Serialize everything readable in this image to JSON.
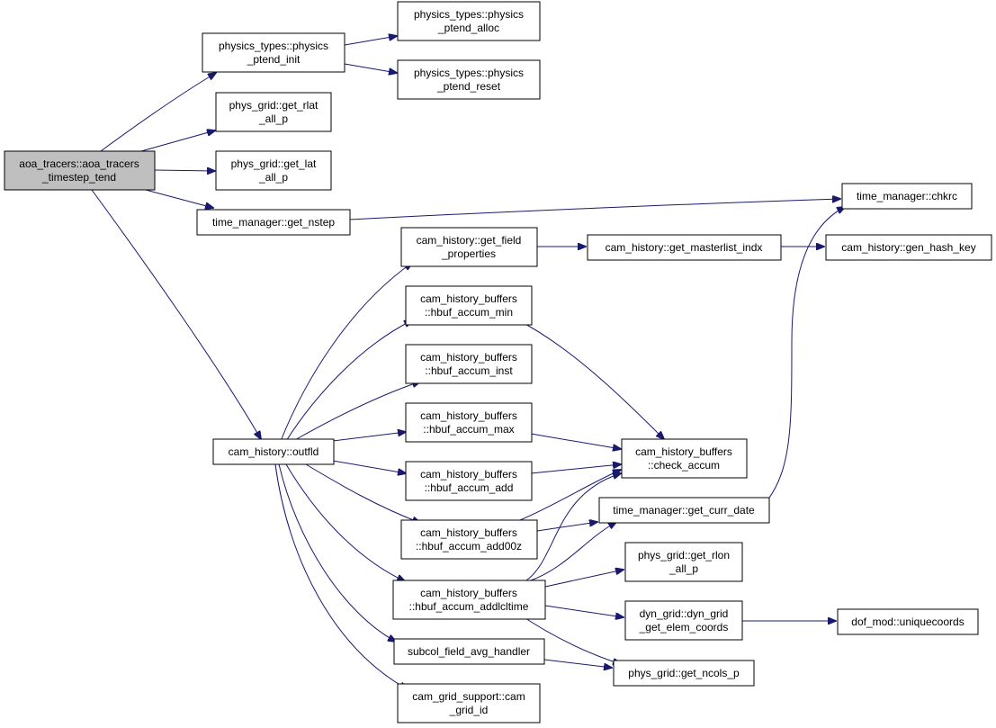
{
  "diagram": {
    "title": "",
    "colors": {
      "edge": "#191970",
      "node_border": "#000000",
      "node_fill": "#ffffff",
      "root_fill": "#bfbfbf"
    },
    "nodes": [
      {
        "id": "root",
        "lines": [
          "aoa_tracers::aoa_tracers",
          "_timestep_tend"
        ]
      },
      {
        "id": "ptend_init",
        "lines": [
          "physics_types::physics",
          "_ptend_init"
        ]
      },
      {
        "id": "ptend_alloc",
        "lines": [
          "physics_types::physics",
          "_ptend_alloc"
        ]
      },
      {
        "id": "ptend_reset",
        "lines": [
          "physics_types::physics",
          "_ptend_reset"
        ]
      },
      {
        "id": "get_rlat",
        "lines": [
          "phys_grid::get_rlat",
          "_all_p"
        ]
      },
      {
        "id": "get_lat",
        "lines": [
          "phys_grid::get_lat",
          "_all_p"
        ]
      },
      {
        "id": "get_nstep",
        "lines": [
          "time_manager::get_nstep"
        ]
      },
      {
        "id": "chkrc",
        "lines": [
          "time_manager::chkrc"
        ]
      },
      {
        "id": "get_field_properties",
        "lines": [
          "cam_history::get_field",
          "_properties"
        ]
      },
      {
        "id": "get_masterlist_indx",
        "lines": [
          "cam_history::get_masterlist_indx"
        ]
      },
      {
        "id": "gen_hash_key",
        "lines": [
          "cam_history::gen_hash_key"
        ]
      },
      {
        "id": "hbuf_accum_min",
        "lines": [
          "cam_history_buffers",
          "::hbuf_accum_min"
        ]
      },
      {
        "id": "hbuf_accum_inst",
        "lines": [
          "cam_history_buffers",
          "::hbuf_accum_inst"
        ]
      },
      {
        "id": "hbuf_accum_max",
        "lines": [
          "cam_history_buffers",
          "::hbuf_accum_max"
        ]
      },
      {
        "id": "outfld",
        "lines": [
          "cam_history::outfld"
        ]
      },
      {
        "id": "check_accum",
        "lines": [
          "cam_history_buffers",
          "::check_accum"
        ]
      },
      {
        "id": "hbuf_accum_add",
        "lines": [
          "cam_history_buffers",
          "::hbuf_accum_add"
        ]
      },
      {
        "id": "get_curr_date",
        "lines": [
          "time_manager::get_curr_date"
        ]
      },
      {
        "id": "hbuf_accum_add00z",
        "lines": [
          "cam_history_buffers",
          "::hbuf_accum_add00z"
        ]
      },
      {
        "id": "get_rlon",
        "lines": [
          "phys_grid::get_rlon",
          "_all_p"
        ]
      },
      {
        "id": "hbuf_accum_addlcltime",
        "lines": [
          "cam_history_buffers",
          "::hbuf_accum_addlcltime"
        ]
      },
      {
        "id": "dyn_grid_elem_coords",
        "lines": [
          "dyn_grid::dyn_grid",
          "_get_elem_coords"
        ]
      },
      {
        "id": "uniquecoords",
        "lines": [
          "dof_mod::uniquecoords"
        ]
      },
      {
        "id": "subcol_field_avg_handler",
        "lines": [
          "subcol_field_avg_handler"
        ]
      },
      {
        "id": "get_ncols_p",
        "lines": [
          "phys_grid::get_ncols_p"
        ]
      },
      {
        "id": "cam_grid_id",
        "lines": [
          "cam_grid_support::cam",
          "_grid_id"
        ]
      }
    ],
    "edges": [
      {
        "from": "root",
        "to": "ptend_init"
      },
      {
        "from": "root",
        "to": "get_rlat"
      },
      {
        "from": "root",
        "to": "get_lat"
      },
      {
        "from": "root",
        "to": "get_nstep"
      },
      {
        "from": "root",
        "to": "outfld"
      },
      {
        "from": "ptend_init",
        "to": "ptend_alloc"
      },
      {
        "from": "ptend_init",
        "to": "ptend_reset"
      },
      {
        "from": "get_nstep",
        "to": "chkrc"
      },
      {
        "from": "get_field_properties",
        "to": "get_masterlist_indx"
      },
      {
        "from": "get_masterlist_indx",
        "to": "gen_hash_key"
      },
      {
        "from": "outfld",
        "to": "get_field_properties"
      },
      {
        "from": "outfld",
        "to": "hbuf_accum_min"
      },
      {
        "from": "outfld",
        "to": "hbuf_accum_inst"
      },
      {
        "from": "outfld",
        "to": "hbuf_accum_max"
      },
      {
        "from": "outfld",
        "to": "hbuf_accum_add"
      },
      {
        "from": "outfld",
        "to": "hbuf_accum_add00z"
      },
      {
        "from": "outfld",
        "to": "hbuf_accum_addlcltime"
      },
      {
        "from": "outfld",
        "to": "subcol_field_avg_handler"
      },
      {
        "from": "outfld",
        "to": "cam_grid_id"
      },
      {
        "from": "hbuf_accum_min",
        "to": "check_accum"
      },
      {
        "from": "hbuf_accum_max",
        "to": "check_accum"
      },
      {
        "from": "hbuf_accum_add",
        "to": "check_accum"
      },
      {
        "from": "hbuf_accum_add00z",
        "to": "check_accum"
      },
      {
        "from": "hbuf_accum_add00z",
        "to": "get_curr_date"
      },
      {
        "from": "hbuf_accum_addlcltime",
        "to": "check_accum"
      },
      {
        "from": "hbuf_accum_addlcltime",
        "to": "get_curr_date"
      },
      {
        "from": "hbuf_accum_addlcltime",
        "to": "get_rlon"
      },
      {
        "from": "hbuf_accum_addlcltime",
        "to": "dyn_grid_elem_coords"
      },
      {
        "from": "hbuf_accum_addlcltime",
        "to": "get_ncols_p"
      },
      {
        "from": "get_curr_date",
        "to": "chkrc"
      },
      {
        "from": "dyn_grid_elem_coords",
        "to": "uniquecoords"
      },
      {
        "from": "subcol_field_avg_handler",
        "to": "get_ncols_p"
      }
    ]
  }
}
